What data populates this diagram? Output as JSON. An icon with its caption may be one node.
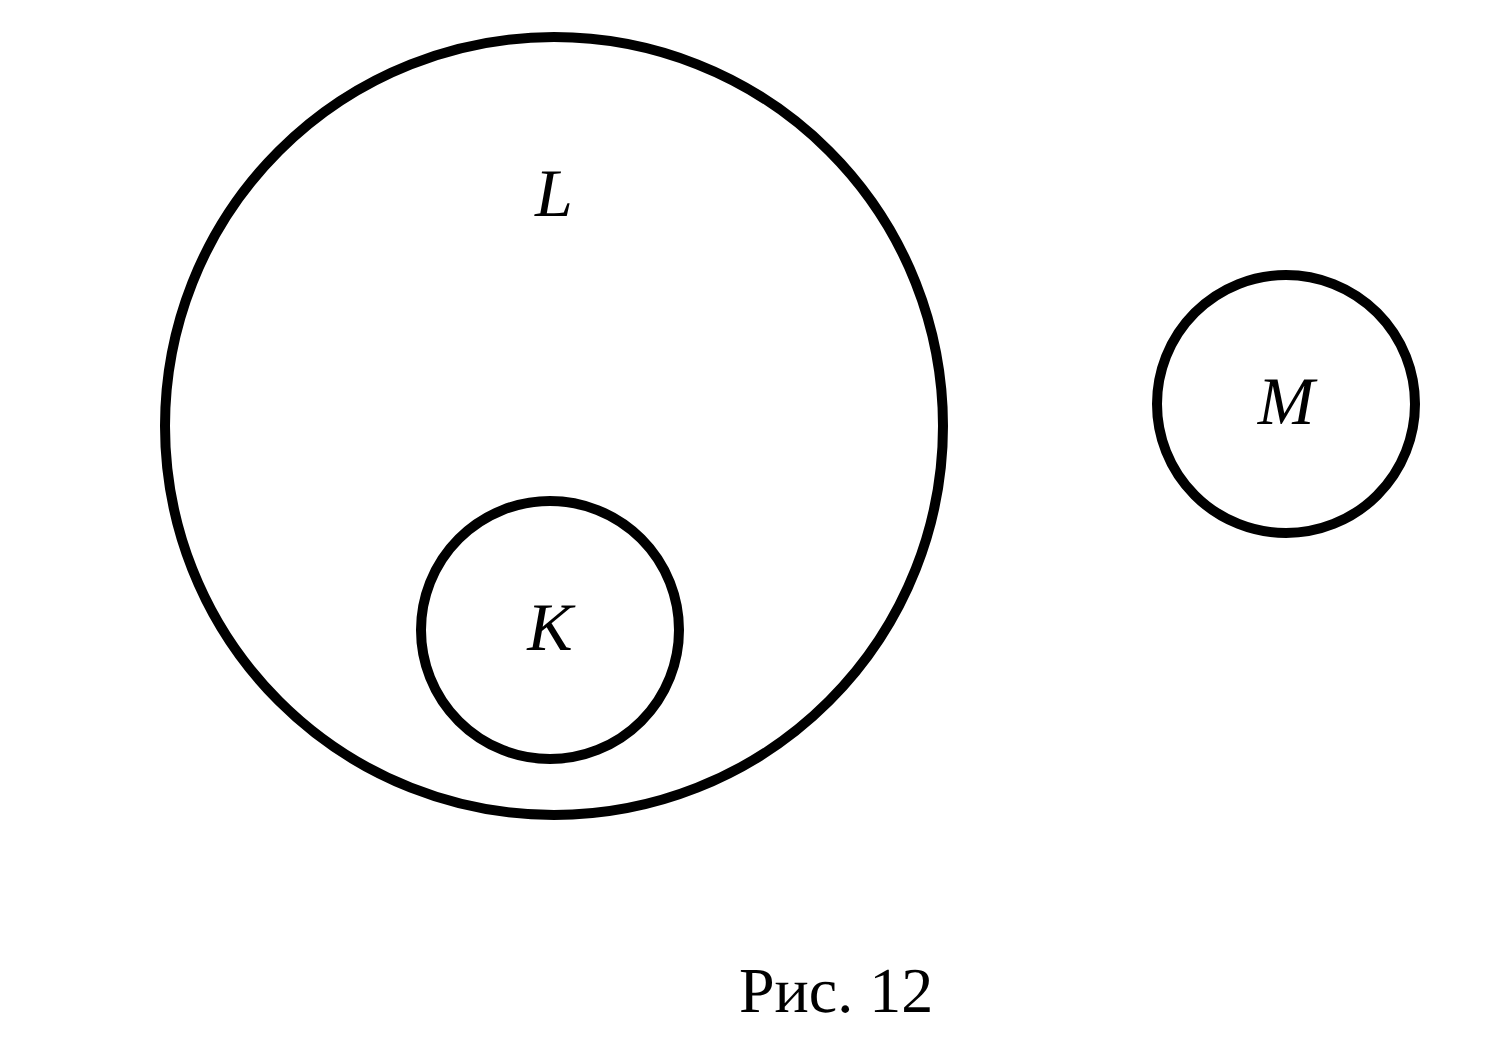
{
  "diagram": {
    "caption": "Рис. 12",
    "nodes": [
      {
        "text": [
          "L"
        ]
      },
      {
        "text": [
          "K"
        ],
        "in": 0
      },
      {
        "text": [
          "M"
        ]
      }
    ],
    "edges": []
  }
}
